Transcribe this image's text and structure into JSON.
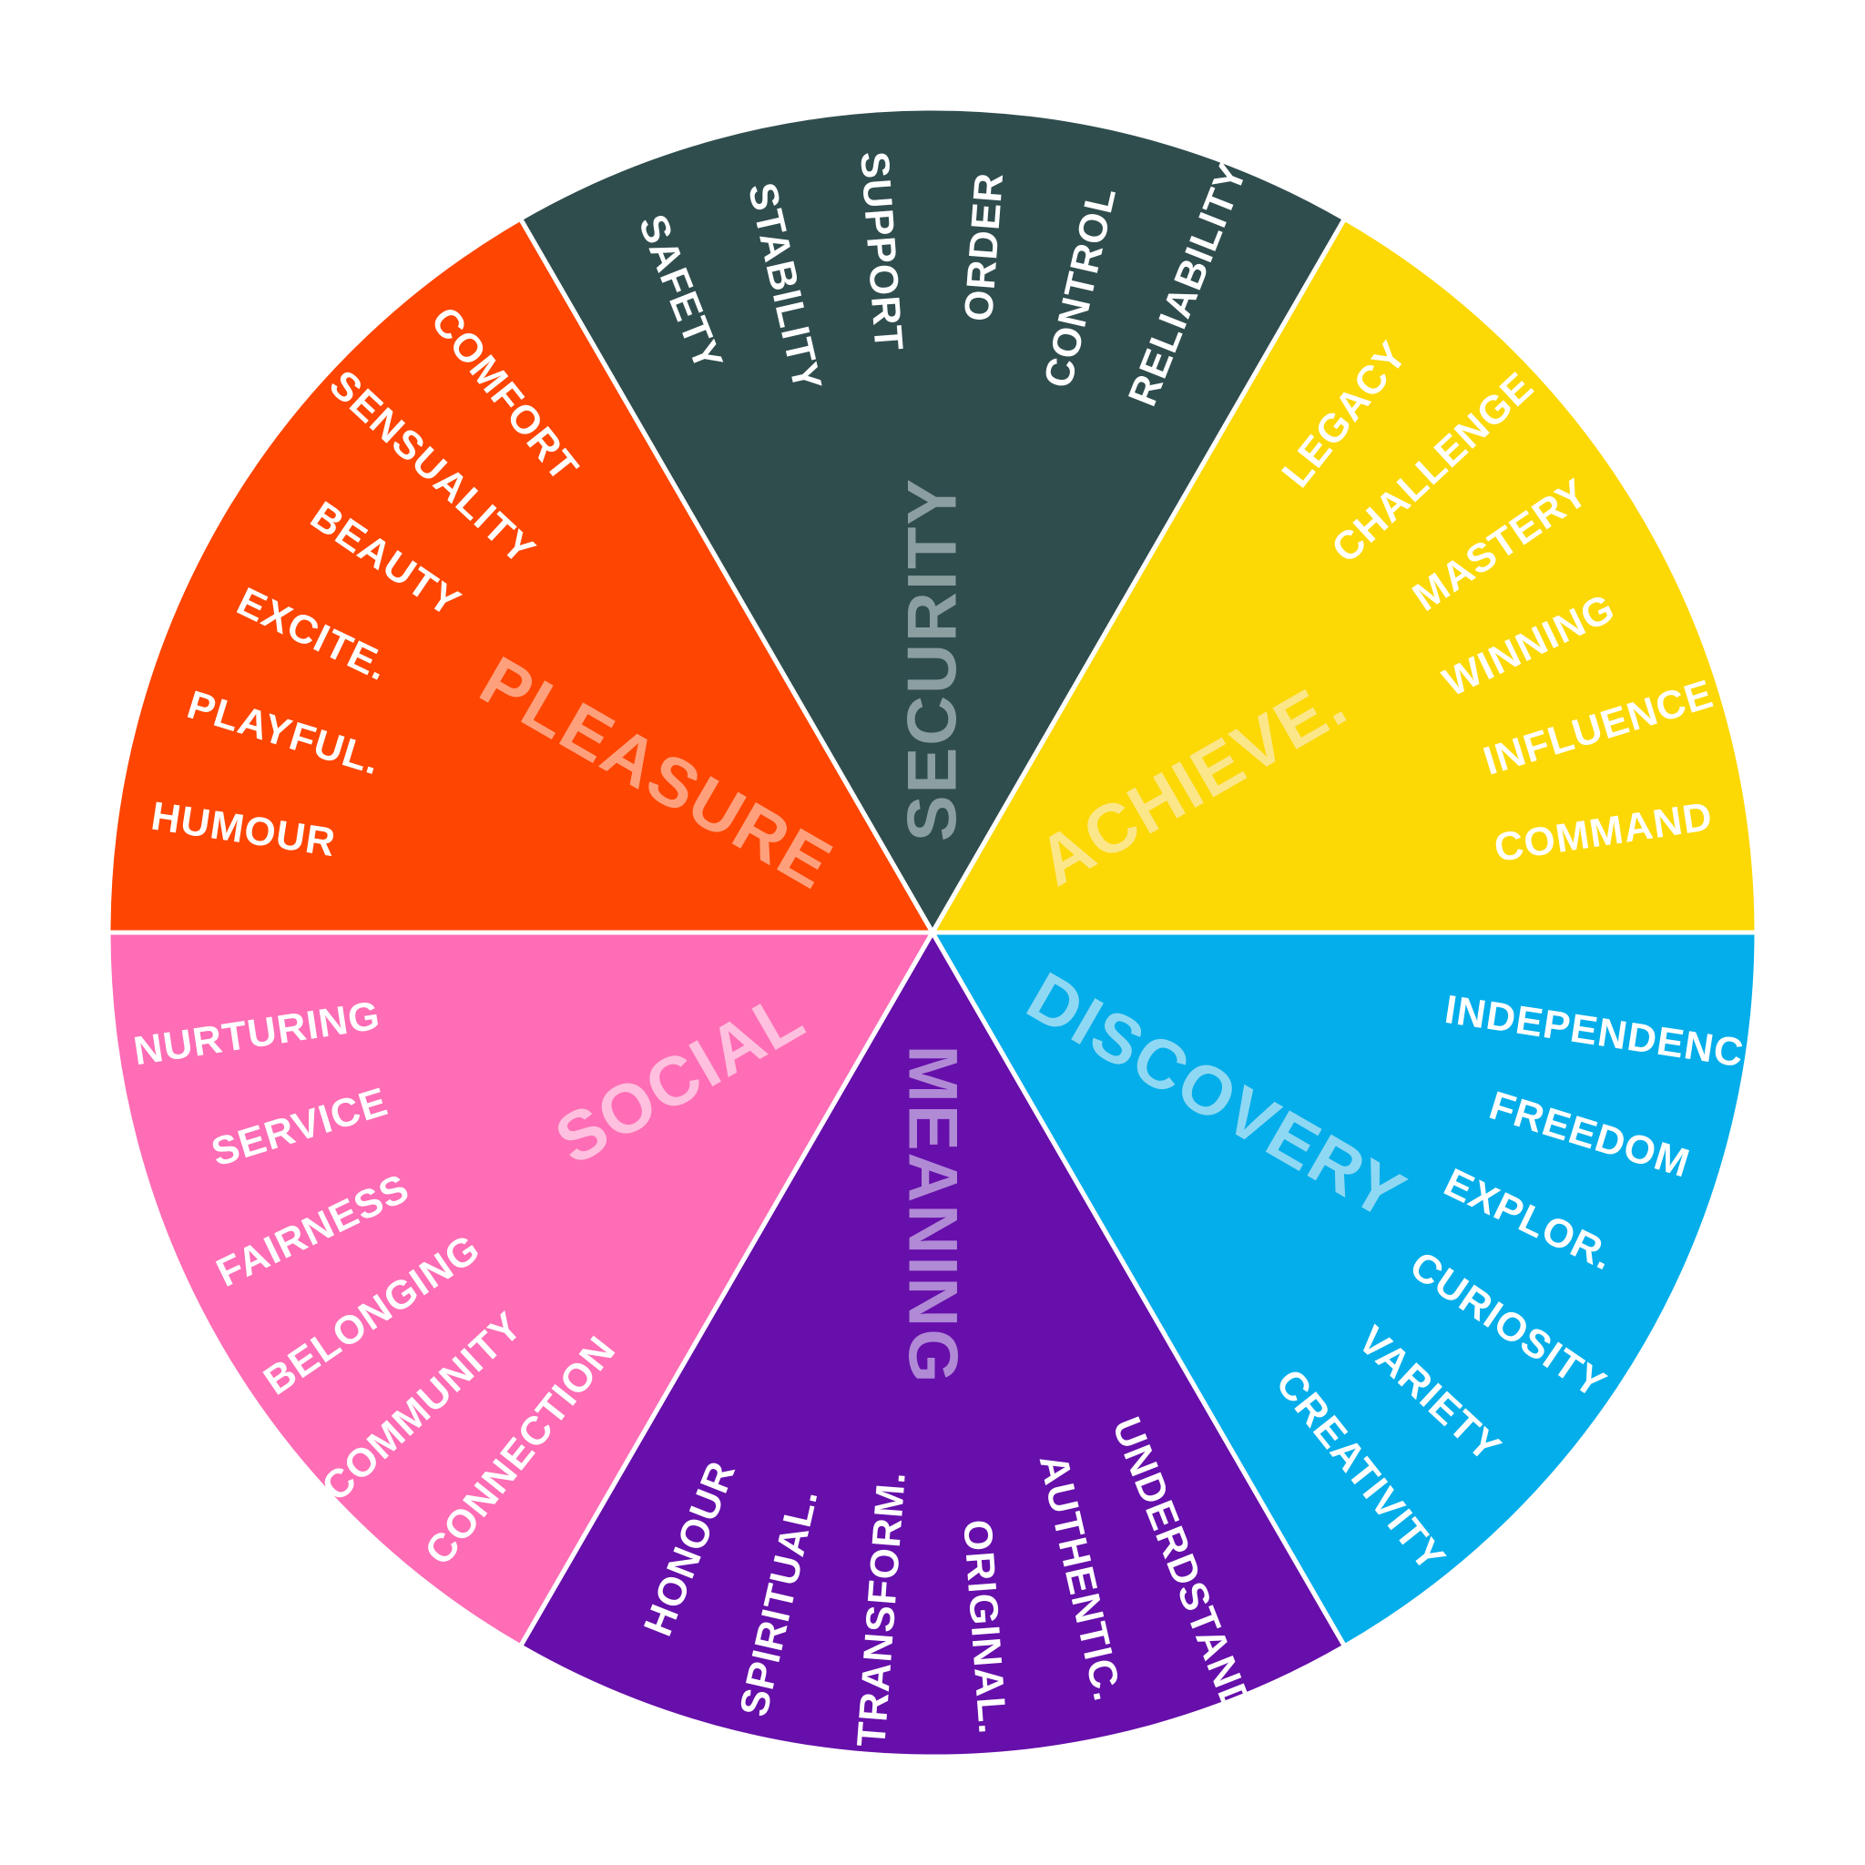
{
  "wheel": {
    "sectors": [
      {
        "id": "security",
        "name": "SECURITY",
        "color": "#304d4e",
        "label_color": "#8c9fa0",
        "items": [
          "SAFETY",
          "STABILITY",
          "SUPPORT",
          "ORDER",
          "CONTROL",
          "RELIABILITY"
        ]
      },
      {
        "id": "achieve",
        "name": "ACHIEVE.",
        "color": "#fcd804",
        "label_color": "#fbe68a",
        "items": [
          "LEGACY",
          "CHALLENGE",
          "MASTERY",
          "WINNING",
          "INFLUENCE",
          "COMMAND"
        ]
      },
      {
        "id": "discovery",
        "name": "DISCOVERY",
        "color": "#03aeea",
        "label_color": "#8fd8f3",
        "items": [
          "INDEPENDENCE",
          "FREEDOM",
          "EXPLOR.",
          "CURIOSITY",
          "VARIETY",
          "CREATIVITY"
        ]
      },
      {
        "id": "meaning",
        "name": "MEANING",
        "color": "#660faa",
        "label_color": "#b18ad6",
        "items": [
          "UNDERDSTAND.",
          "AUTHENTIC.",
          "ORIGINAL.",
          "TRANSFORM.",
          "SPIRITUAL.",
          "HONOUR"
        ]
      },
      {
        "id": "social",
        "name": "SOCIAL",
        "color": "#fe6db5",
        "label_color": "#fec0de",
        "items": [
          "CONNECTION",
          "COMMUNITY",
          "BELONGING",
          "FAIRNESS",
          "SERVICE",
          "NURTURING"
        ]
      },
      {
        "id": "pleasure",
        "name": "PLEASURE",
        "color": "#fe4501",
        "label_color": "#fea07c",
        "items": [
          "HUMOUR",
          "PLAYFUL.",
          "EXCITE.",
          "BEAUTY",
          "SENSUALITY",
          "COMFORT"
        ]
      }
    ]
  }
}
